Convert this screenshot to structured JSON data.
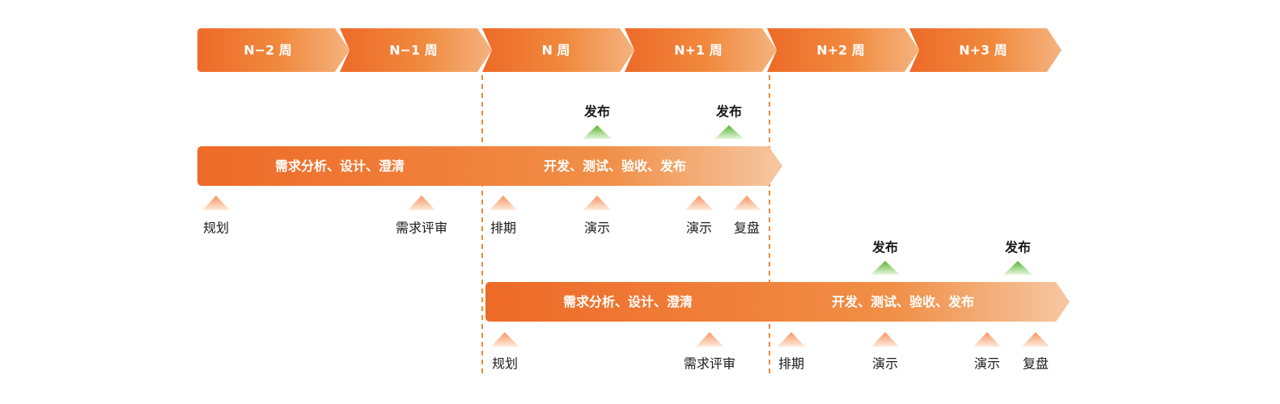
{
  "weeks": [
    "N−2 周",
    "N−1 周",
    "N 周",
    "N+1 周",
    "N+2 周",
    "N+3 周"
  ],
  "cycles": [
    {
      "phases": [
        "需求分析、设计、澄清",
        "开发、测试、验收、发布"
      ],
      "releases": [
        "发布",
        "发布"
      ],
      "milestones": [
        "规划",
        "需求评审",
        "排期",
        "演示",
        "演示",
        "复盘"
      ]
    },
    {
      "phases": [
        "需求分析、设计、澄清",
        "开发、测试、验收、发布"
      ],
      "releases": [
        "发布",
        "发布"
      ],
      "milestones": [
        "规划",
        "需求评审",
        "排期",
        "演示",
        "演示",
        "复盘"
      ]
    }
  ],
  "colors": {
    "orange_dark": "#ee6a28",
    "orange_light": "#f5c29b",
    "release_green": "#6ec24a",
    "marker_orange": "#f7a06a",
    "divider": "#f08a3c"
  },
  "icons": {
    "release_marker": "green-up-triangle-icon",
    "milestone_marker": "orange-up-triangle-icon"
  }
}
